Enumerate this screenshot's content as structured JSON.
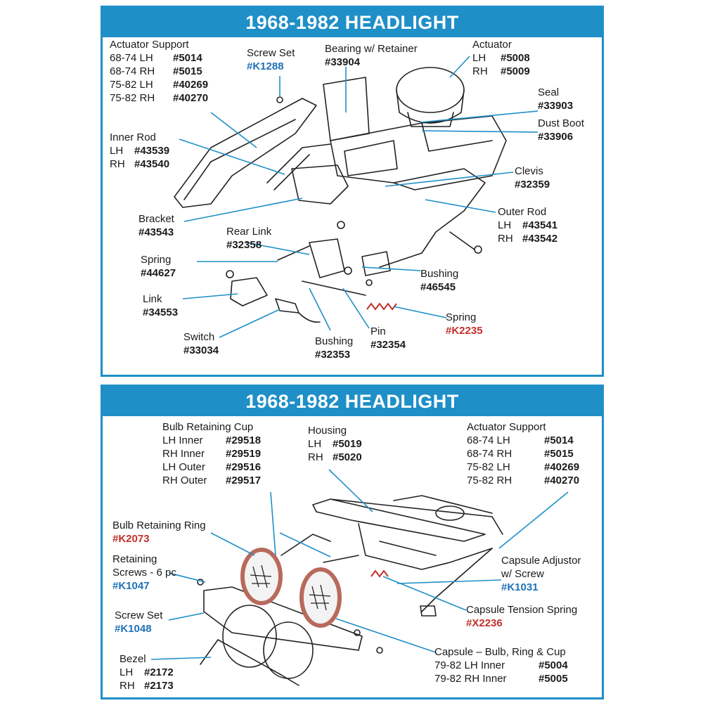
{
  "top": {
    "title": "1968-1982 HEADLIGHT",
    "parts": {
      "actuator_support": {
        "name": "Actuator Support",
        "rows": [
          {
            "spec": "68-74  LH",
            "pn": "#5014"
          },
          {
            "spec": "68-74  RH",
            "pn": "#5015"
          },
          {
            "spec": "75-82  LH",
            "pn": "#40269"
          },
          {
            "spec": "75-82  RH",
            "pn": "#40270"
          }
        ]
      },
      "screw_set": {
        "name": "Screw Set",
        "pn": "#K1288"
      },
      "bearing": {
        "name": "Bearing w/ Retainer",
        "pn": "#33904"
      },
      "actuator": {
        "name": "Actuator",
        "rows": [
          {
            "spec": "LH",
            "pn": "#5008"
          },
          {
            "spec": "RH",
            "pn": "#5009"
          }
        ]
      },
      "seal": {
        "name": "Seal",
        "pn": "#33903"
      },
      "dust_boot": {
        "name": "Dust Boot",
        "pn": "#33906"
      },
      "inner_rod": {
        "name": "Inner Rod",
        "rows": [
          {
            "spec": "LH",
            "pn": "#43539"
          },
          {
            "spec": "RH",
            "pn": "#43540"
          }
        ]
      },
      "clevis": {
        "name": "Clevis",
        "pn": "#32359"
      },
      "outer_rod": {
        "name": "Outer Rod",
        "rows": [
          {
            "spec": "LH",
            "pn": "#43541"
          },
          {
            "spec": "RH",
            "pn": "#43542"
          }
        ]
      },
      "bracket": {
        "name": "Bracket",
        "pn": "#43543"
      },
      "rear_link": {
        "name": "Rear Link",
        "pn": "#32358"
      },
      "spring": {
        "name": "Spring",
        "pn": "#44627"
      },
      "bushing_right": {
        "name": "Bushing",
        "pn": "#46545"
      },
      "link": {
        "name": "Link",
        "pn": "#34553"
      },
      "spring_red": {
        "name": "Spring",
        "pn": "#K2235"
      },
      "switch": {
        "name": "Switch",
        "pn": "#33034"
      },
      "pin": {
        "name": "Pin",
        "pn": "#32354"
      },
      "bushing_bottom": {
        "name": "Bushing",
        "pn": "#32353"
      }
    }
  },
  "bottom": {
    "title": "1968-1982 HEADLIGHT",
    "parts": {
      "bulb_cup": {
        "name": "Bulb Retaining Cup",
        "rows": [
          {
            "spec": "LH Inner",
            "pn": "#29518"
          },
          {
            "spec": "RH Inner",
            "pn": "#29519"
          },
          {
            "spec": "LH Outer",
            "pn": "#29516"
          },
          {
            "spec": "RH Outer",
            "pn": "#29517"
          }
        ]
      },
      "housing": {
        "name": "Housing",
        "rows": [
          {
            "spec": "LH",
            "pn": "#5019"
          },
          {
            "spec": "RH",
            "pn": "#5020"
          }
        ]
      },
      "actuator_support": {
        "name": "Actuator Support",
        "rows": [
          {
            "spec": "68-74  LH",
            "pn": "#5014"
          },
          {
            "spec": "68-74  RH",
            "pn": "#5015"
          },
          {
            "spec": "75-82  LH",
            "pn": "#40269"
          },
          {
            "spec": "75-82  RH",
            "pn": "#40270"
          }
        ]
      },
      "bulb_ring": {
        "name": "Bulb Retaining Ring",
        "pn": "#K2073"
      },
      "retaining_screws": {
        "name1": "Retaining",
        "name2": "Screws - 6 pc",
        "pn": "#K1047"
      },
      "capsule_adjustor": {
        "name1": "Capsule Adjustor",
        "name2": "w/ Screw",
        "pn": "#K1031"
      },
      "capsule_spring": {
        "name": "Capsule Tension Spring",
        "pn": "#X2236"
      },
      "screw_set": {
        "name": "Screw Set",
        "pn": "#K1048"
      },
      "capsule": {
        "name": "Capsule – Bulb, Ring & Cup",
        "rows": [
          {
            "spec": "79-82  LH Inner",
            "pn": "#5004"
          },
          {
            "spec": "79-82  RH Inner",
            "pn": "#5005"
          }
        ]
      },
      "bezel": {
        "name": "Bezel",
        "rows": [
          {
            "spec": "LH",
            "pn": "#2172"
          },
          {
            "spec": "RH",
            "pn": "#2173"
          }
        ]
      }
    }
  },
  "colors": {
    "accent": "#1f8fc7",
    "part_blue": "#1f72b8",
    "part_red": "#c3302b"
  }
}
